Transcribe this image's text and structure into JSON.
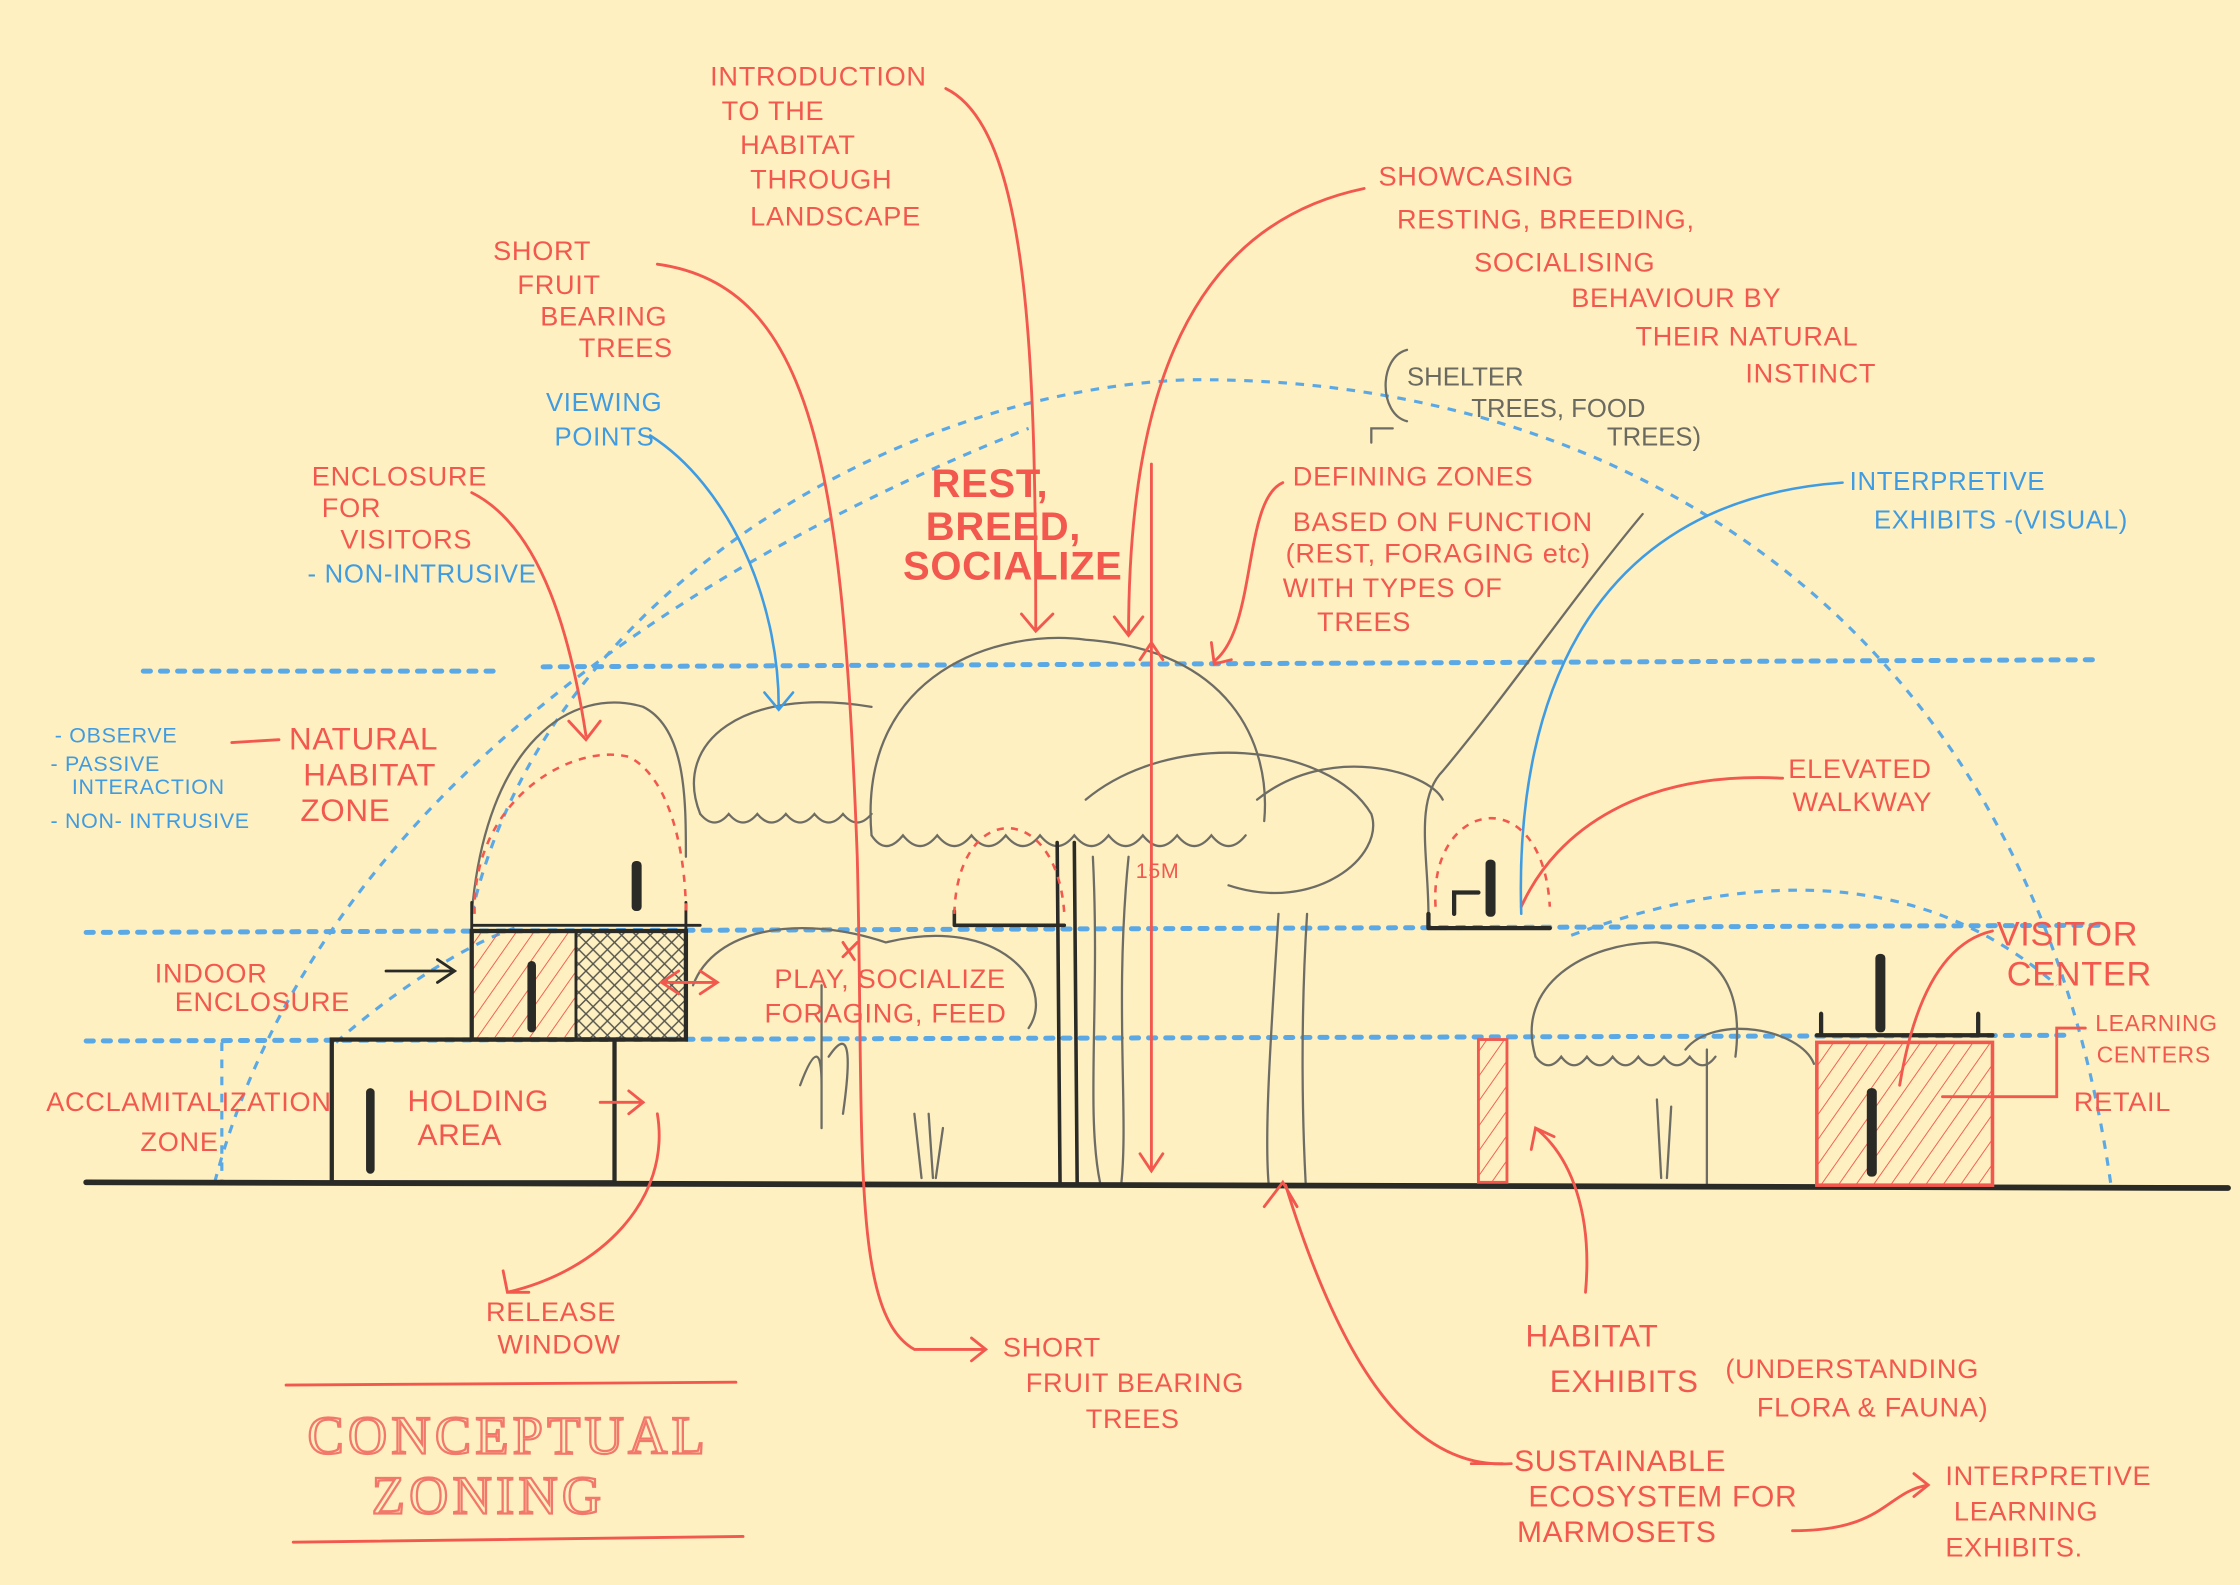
{
  "title": {
    "line1": "CONCEPTUAL",
    "line2": "ZONING"
  },
  "colors": {
    "paper": "#fef0c0",
    "red_ink": "#f2584e",
    "blue_ink": "#3f9be2",
    "black_ink": "#2a2a26"
  },
  "labels": {
    "intro": [
      "INTRODUCTION",
      "TO THE",
      "HABITAT",
      "THROUGH",
      "LANDSCAPE"
    ],
    "showcasing": [
      "SHOWCASING",
      "RESTING, BREEDING,",
      "SOCIALISING",
      "BEHAVIOUR BY",
      "THEIR NATURAL",
      "INSTINCT"
    ],
    "short_fruit_top": [
      "SHORT",
      "FRUIT",
      "BEARING",
      "TREES"
    ],
    "shelter": [
      "SHELTER",
      "TREES, FOOD",
      "TREES)"
    ],
    "viewing_points": [
      "VIEWING",
      "POINTS"
    ],
    "enclosure_visitors": [
      "ENCLOSURE",
      "FOR",
      "VISITORS",
      "- NON-INTRUSIVE"
    ],
    "rest_breed": [
      "REST,",
      "BREED,",
      "SOCIALIZE"
    ],
    "defining_zones": [
      "DEFINING ZONES",
      "BASED ON FUNCTION",
      "(REST, FORAGING etc)",
      "WITH TYPES OF",
      "TREES"
    ],
    "interpretive_visual": [
      "INTERPRETIVE",
      "EXHIBITS -(VISUAL)"
    ],
    "observe_list": [
      "- OBSERVE",
      "- PASSIVE",
      "INTERACTION",
      "- NON- INTRUSIVE"
    ],
    "natural_habitat": [
      "NATURAL",
      "HABITAT",
      "ZONE"
    ],
    "elevated_walkway": [
      "ELEVATED",
      "WALKWAY"
    ],
    "height_marker": "15M",
    "indoor_enclosure": [
      "INDOOR",
      "ENCLOSURE"
    ],
    "play": [
      "PLAY, SOCIALIZE",
      "FORAGING, FEED"
    ],
    "visitor_center": [
      "VISITOR",
      "CENTER"
    ],
    "learning_centers": [
      "LEARNING",
      "CENTERS"
    ],
    "retail": "RETAIL",
    "acclimatization": [
      "ACCLAMITALIZATION",
      "ZONE"
    ],
    "holding_area": [
      "HOLDING",
      "AREA"
    ],
    "release_window": [
      "RELEASE",
      "WINDOW"
    ],
    "short_fruit_bottom": [
      "SHORT",
      "FRUIT BEARING",
      "TREES"
    ],
    "habitat_exhibits": [
      "HABITAT",
      "EXHIBITS"
    ],
    "understanding": [
      "(UNDERSTANDING",
      "FLORA & FAUNA)"
    ],
    "sustainable": [
      "SUSTAINABLE",
      "ECOSYSTEM FOR",
      "MARMOSETS"
    ],
    "interpretive_learning": [
      "INTERPRETIVE",
      "LEARNING",
      "EXHIBITS."
    ]
  }
}
